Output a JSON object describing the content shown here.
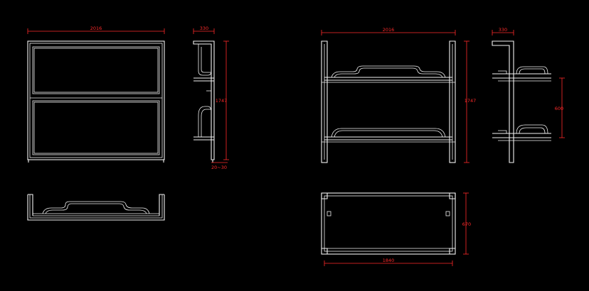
{
  "colors": {
    "background": "#000000",
    "geometry": "#f2f2f2",
    "dimensions": "#ff2a2a"
  },
  "dimensions": {
    "front_closed_width": "2016",
    "side_closed_depth": "330",
    "side_closed_height": "1747",
    "side_closed_gap": "20~30",
    "front_open_width": "2016",
    "front_open_height": "1747",
    "side_open_depth": "330",
    "side_open_spacing": "600",
    "plan_length": "1840",
    "plan_depth": "670"
  }
}
